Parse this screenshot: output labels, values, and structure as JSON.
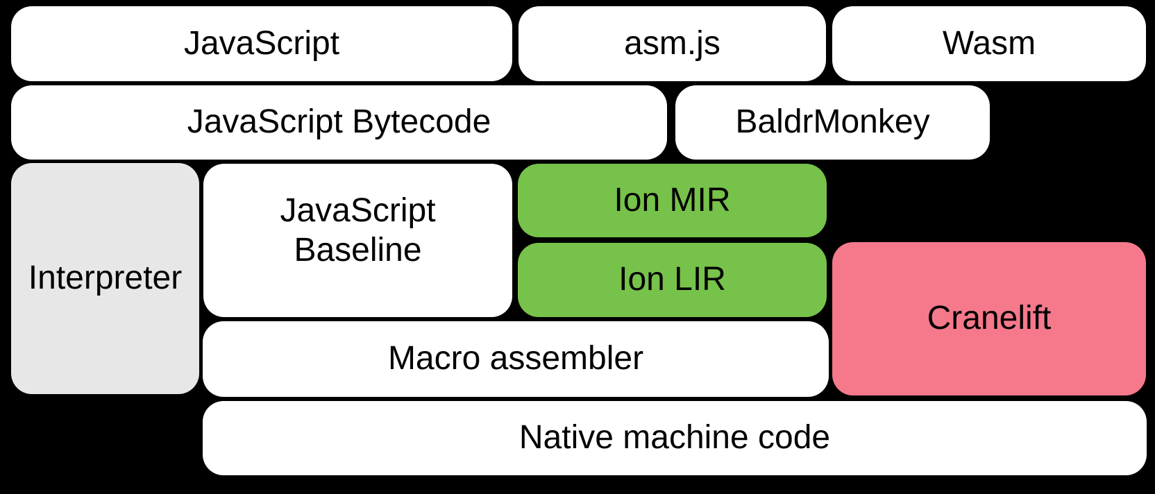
{
  "diagram": {
    "title": "SpiderMonkey JavaScript and WebAssembly compiler pipeline",
    "background_color": "#000000",
    "text_color": "#000000",
    "palette": {
      "white": "#ffffff",
      "gray": "#e7e7e7",
      "green": "#77c24a",
      "pink": "#f5798b"
    },
    "nodes": [
      {
        "id": "javascript",
        "label": "JavaScript",
        "color_role": "white"
      },
      {
        "id": "asmjs",
        "label": "asm.js",
        "color_role": "white"
      },
      {
        "id": "wasm",
        "label": "Wasm",
        "color_role": "white"
      },
      {
        "id": "js-bytecode",
        "label": "JavaScript Bytecode",
        "color_role": "white"
      },
      {
        "id": "baldrmonkey",
        "label": "BaldrMonkey",
        "color_role": "white"
      },
      {
        "id": "interpreter",
        "label": "Interpreter",
        "color_role": "gray"
      },
      {
        "id": "js-baseline",
        "label": "JavaScript Baseline",
        "line1": "JavaScript",
        "line2": "Baseline",
        "color_role": "white"
      },
      {
        "id": "ion-mir",
        "label": "Ion MIR",
        "color_role": "green"
      },
      {
        "id": "ion-lir",
        "label": "Ion LIR",
        "color_role": "green"
      },
      {
        "id": "cranelift",
        "label": "Cranelift",
        "color_role": "pink"
      },
      {
        "id": "macro-assembler",
        "label": "Macro assembler",
        "color_role": "white"
      },
      {
        "id": "native-machine-code",
        "label": "Native machine code",
        "color_role": "white"
      }
    ]
  }
}
